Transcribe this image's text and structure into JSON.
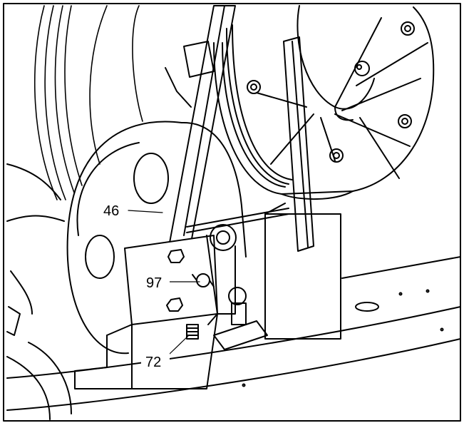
{
  "callouts": [
    {
      "id": "46",
      "label": "46"
    },
    {
      "id": "97",
      "label": "97"
    },
    {
      "id": "72",
      "label": "72"
    }
  ],
  "colors": {
    "ink": "#000000",
    "paper": "#ffffff"
  }
}
